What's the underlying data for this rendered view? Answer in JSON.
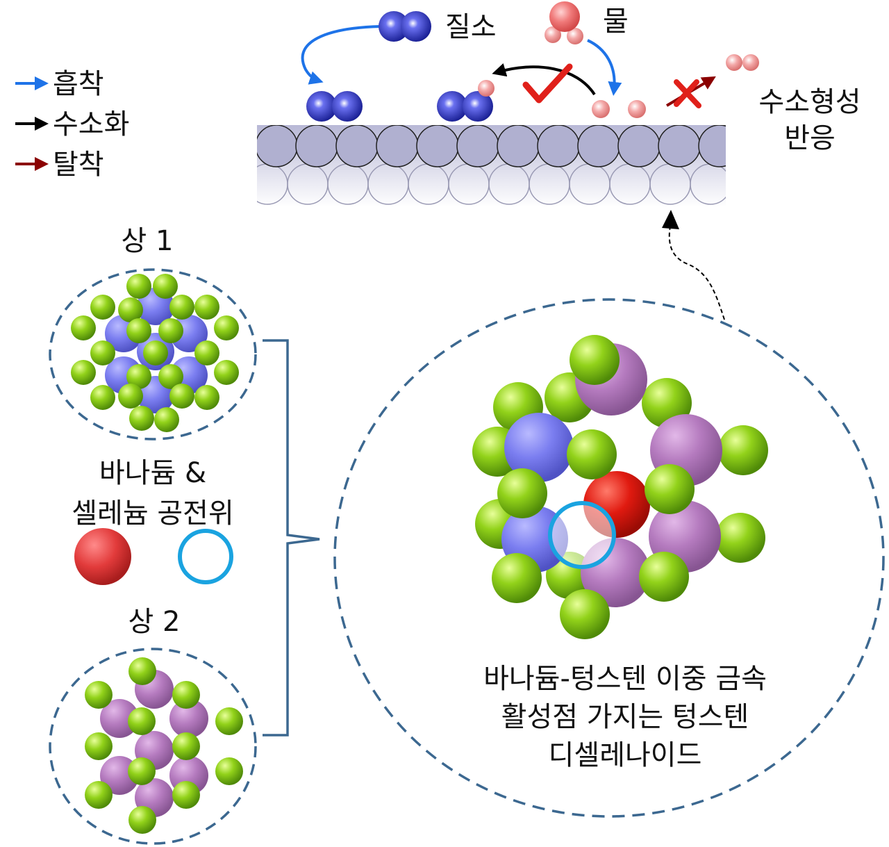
{
  "legend": {
    "items": [
      {
        "label": "흡착",
        "color": "#1e73e8"
      },
      {
        "label": "수소화",
        "color": "#000000"
      },
      {
        "label": "탈착",
        "color": "#8b0000"
      }
    ]
  },
  "surface": {
    "labels": {
      "nitrogen": "질소",
      "water": "물",
      "her_line1": "수소형성",
      "her_line2": "반응"
    }
  },
  "phase1": {
    "label": "상 1"
  },
  "phase2": {
    "label": "상 2"
  },
  "vacancy": {
    "line1": "바나듐 &",
    "line2": "셀레늄 공전위",
    "filled_color": "#e23b3b",
    "ring_color": "#1aa3e0"
  },
  "zoom": {
    "caption_line1": "바나듐-텅스텐 이중 금속",
    "caption_line2": "활성점 가지는 텅스텐",
    "caption_line3": "디셀레나이드"
  },
  "colors": {
    "selenium": "#8fd21b",
    "vanadium": "#7b7ef0",
    "tungsten": "#b57bbf",
    "nitrogen": "#1c22a8",
    "hydrogen": "#f1a3a3",
    "dash": "#3c6890"
  }
}
